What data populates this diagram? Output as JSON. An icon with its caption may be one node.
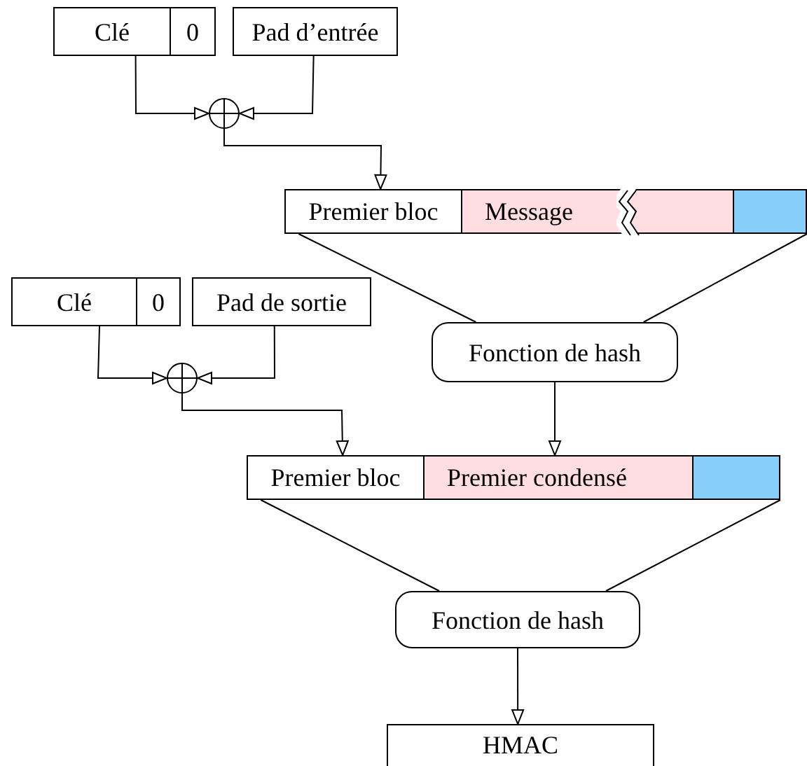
{
  "diagram": {
    "nodes": [
      {
        "text": [
          "Clé"
        ]
      },
      {
        "text": [
          "0"
        ]
      },
      {
        "text": [
          "Pad d’entrée"
        ]
      },
      {
        "text": [],
        "shape": "circle"
      },
      {
        "text": [
          "Premier bloc"
        ]
      },
      {
        "text": [
          "Message"
        ]
      },
      {
        "text": [],
        "shape": "box"
      },
      {
        "text": [
          "Clé"
        ]
      },
      {
        "text": [
          "0"
        ]
      },
      {
        "text": [
          "Pad de sortie"
        ]
      },
      {
        "text": [
          "Fonction de hash"
        ]
      },
      {
        "text": [],
        "shape": "circle"
      },
      {
        "text": [
          "Premier bloc"
        ]
      },
      {
        "text": [
          "Premier condensé"
        ]
      },
      {
        "text": [],
        "shape": "box"
      },
      {
        "text": [
          "Fonction de hash"
        ]
      },
      {
        "text": [
          "HMAC"
        ]
      }
    ],
    "edges": [
      {
        "from": 0,
        "to": 3,
        "arrow": "to"
      },
      {
        "from": 2,
        "to": 3,
        "arrow": "to"
      },
      {
        "from": 3,
        "to": 4,
        "arrow": "to"
      },
      {
        "from": 4,
        "to": 10,
        "arrow": "none"
      },
      {
        "from": 6,
        "to": 10,
        "arrow": "none"
      },
      {
        "from": 7,
        "to": 11,
        "arrow": "to"
      },
      {
        "from": 9,
        "to": 11,
        "arrow": "to"
      },
      {
        "from": 11,
        "to": 12,
        "arrow": "to"
      },
      {
        "from": 10,
        "to": 13,
        "arrow": "to"
      },
      {
        "from": 12,
        "to": 15,
        "arrow": "none"
      },
      {
        "from": 14,
        "to": 15,
        "arrow": "none"
      },
      {
        "from": 15,
        "to": 16,
        "arrow": "to"
      }
    ]
  }
}
